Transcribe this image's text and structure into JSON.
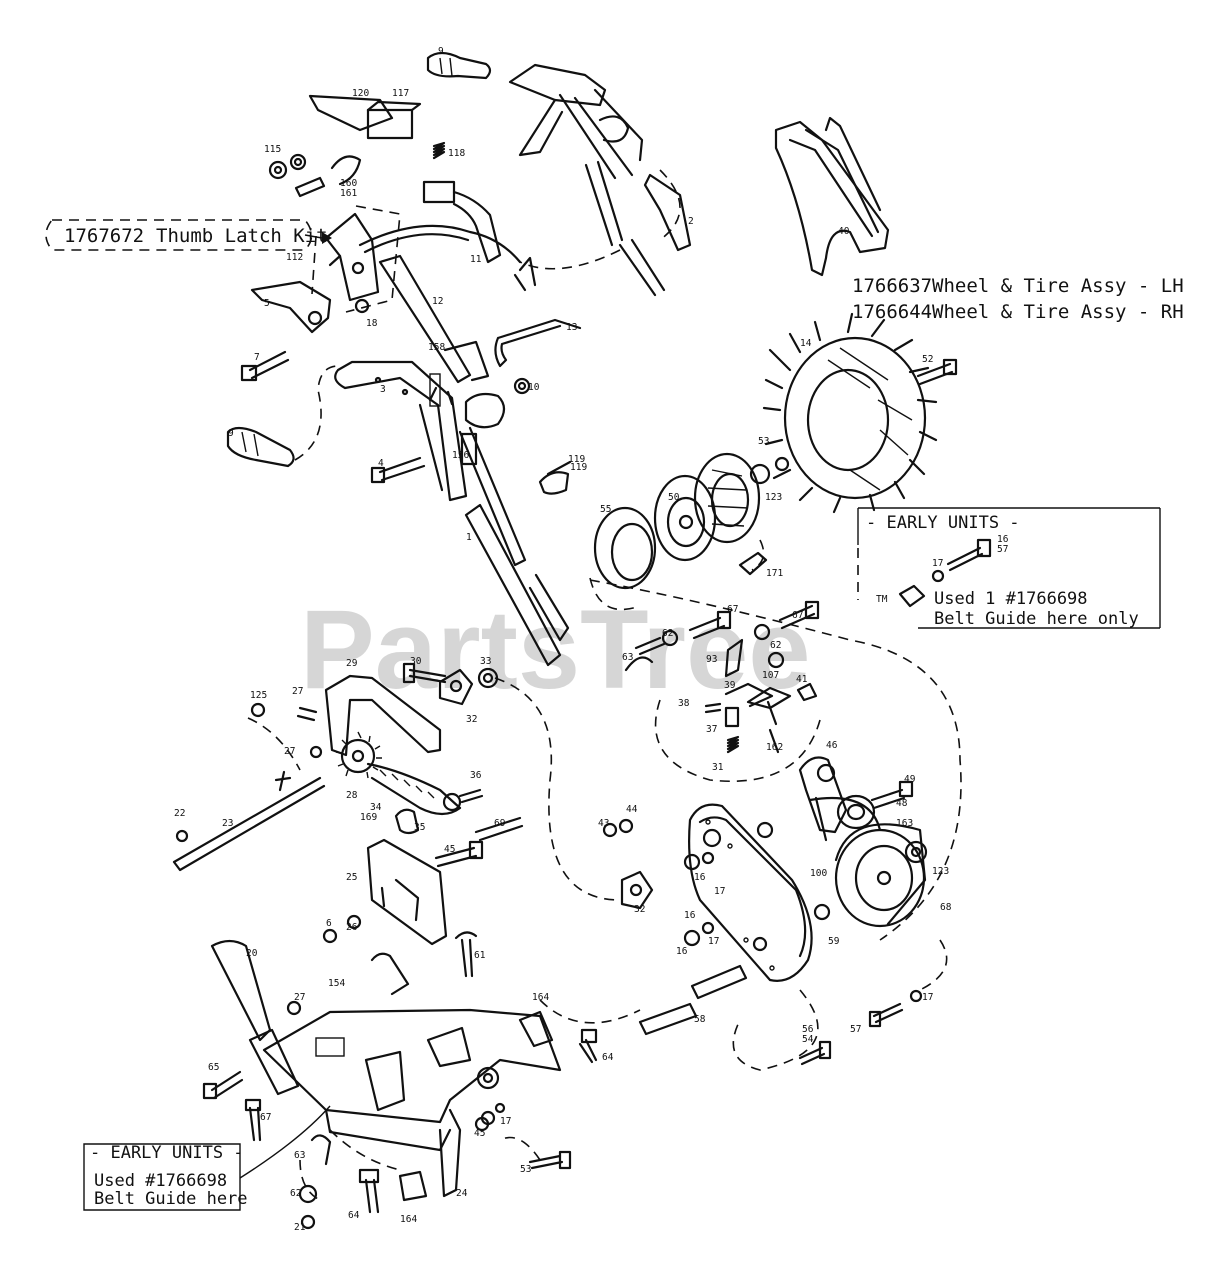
{
  "watermark": "PartsTree",
  "trademark": "TM",
  "callouts": {
    "thumb_latch": {
      "part": "1767672",
      "desc": "Thumb Latch Kit"
    },
    "wheel_lh": {
      "part": "1766637",
      "desc": "Wheel & Tire Assy - LH"
    },
    "wheel_rh": {
      "part": "1766644",
      "desc": "Wheel & Tire Assy - RH"
    }
  },
  "early_units_right": {
    "heading": "- EARLY UNITS -",
    "line1": "Used 1 #1766698",
    "line2": "Belt Guide here only"
  },
  "early_units_left": {
    "heading": "- EARLY UNITS -",
    "line1": "Used   #1766698",
    "line2": "Belt Guide here"
  },
  "part_numbers": [
    "9",
    "2",
    "40",
    "120",
    "117",
    "118",
    "119",
    "115",
    "160",
    "161",
    "11",
    "112",
    "5",
    "18",
    "12",
    "13",
    "7",
    "158",
    "10",
    "3",
    "156",
    "9",
    "4",
    "119",
    "1",
    "14",
    "52",
    "53",
    "123",
    "50",
    "55",
    "171",
    "17",
    "16",
    "57",
    "62",
    "67",
    "63",
    "93",
    "67",
    "62",
    "30",
    "33",
    "125",
    "27",
    "29",
    "32",
    "38",
    "39",
    "107",
    "41",
    "37",
    "162",
    "31",
    "46",
    "49",
    "27",
    "28",
    "34",
    "169",
    "36",
    "69",
    "22",
    "23",
    "35",
    "43",
    "44",
    "45",
    "48",
    "163",
    "123",
    "25",
    "26",
    "6",
    "16",
    "32",
    "16",
    "17",
    "100",
    "68",
    "16",
    "17",
    "59",
    "61",
    "20",
    "27",
    "154",
    "164",
    "64",
    "56",
    "54",
    "58",
    "17",
    "57",
    "65",
    "67",
    "45",
    "17",
    "53",
    "63",
    "62",
    "21",
    "64",
    "164",
    "24"
  ],
  "icons": [
    "thumb-latch-kit",
    "handle-grip",
    "wheel-tire",
    "drive-pulley",
    "sprocket-chain",
    "belt-guard",
    "frame-base"
  ]
}
